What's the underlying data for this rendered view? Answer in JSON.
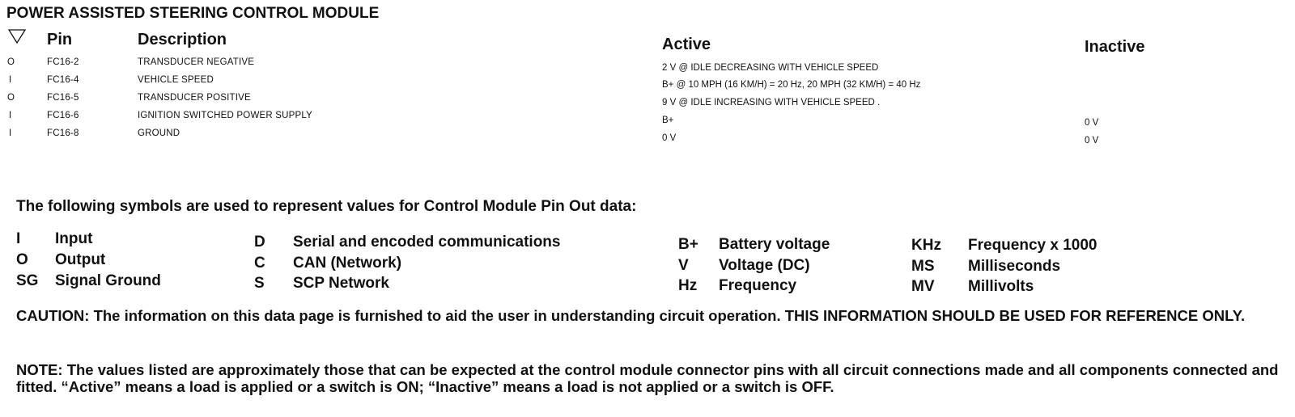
{
  "title": "POWER ASSISTED STEERING CONTROL MODULE",
  "headers": {
    "pin": "Pin",
    "description": "Description",
    "active": "Active",
    "inactive": "Inactive"
  },
  "rows": [
    {
      "io": "O",
      "pin": "FC16-2",
      "description": "TRANSDUCER NEGATIVE",
      "active": "2 V @ IDLE DECREASING WITH VEHICLE SPEED",
      "inactive": ""
    },
    {
      "io": "I",
      "pin": "FC16-4",
      "description": "VEHICLE SPEED",
      "active": "B+ @ 10 MPH (16 KM/H) = 20 Hz, 20 MPH (32 KM/H) = 40 Hz",
      "inactive": ""
    },
    {
      "io": "O",
      "pin": "FC16-5",
      "description": "TRANSDUCER POSITIVE",
      "active": "9 V @ IDLE INCREASING WITH VEHICLE SPEED .",
      "inactive": ""
    },
    {
      "io": "I",
      "pin": "FC16-6",
      "description": "IGNITION SWITCHED POWER SUPPLY",
      "active": "B+",
      "inactive": "0 V"
    },
    {
      "io": "I",
      "pin": "FC16-8",
      "description": "GROUND",
      "active": "0 V",
      "inactive": "0 V"
    }
  ],
  "symbols_intro": "The following symbols are used to represent values for Control Module Pin Out data:",
  "symbols": [
    [
      {
        "sym": "I",
        "desc": "Input"
      },
      {
        "sym": "O",
        "desc": "Output"
      },
      {
        "sym": "SG",
        "desc": "Signal Ground"
      }
    ],
    [
      {
        "sym": "D",
        "desc": "Serial and encoded communications"
      },
      {
        "sym": "C",
        "desc": "CAN (Network)"
      },
      {
        "sym": "S",
        "desc": "SCP Network"
      }
    ],
    [
      {
        "sym": "B+",
        "desc": "Battery voltage"
      },
      {
        "sym": "V",
        "desc": "Voltage (DC)"
      },
      {
        "sym": "Hz",
        "desc": "Frequency"
      }
    ],
    [
      {
        "sym": "KHz",
        "desc": "Frequency x 1000"
      },
      {
        "sym": "MS",
        "desc": "Milliseconds"
      },
      {
        "sym": "MV",
        "desc": "Millivolts"
      }
    ]
  ],
  "caution": "CAUTION: The information on this data page is furnished to aid the user in understanding circuit operation.  THIS INFORMATION SHOULD BE USED FOR REFERENCE ONLY.",
  "note": "NOTE: The values listed are approximately those that can be expected at the control module connector pins with all circuit connections made and all components connected and fitted.  “Active” means a load is applied or a switch is ON; “Inactive” means a load is not applied or a switch is OFF."
}
